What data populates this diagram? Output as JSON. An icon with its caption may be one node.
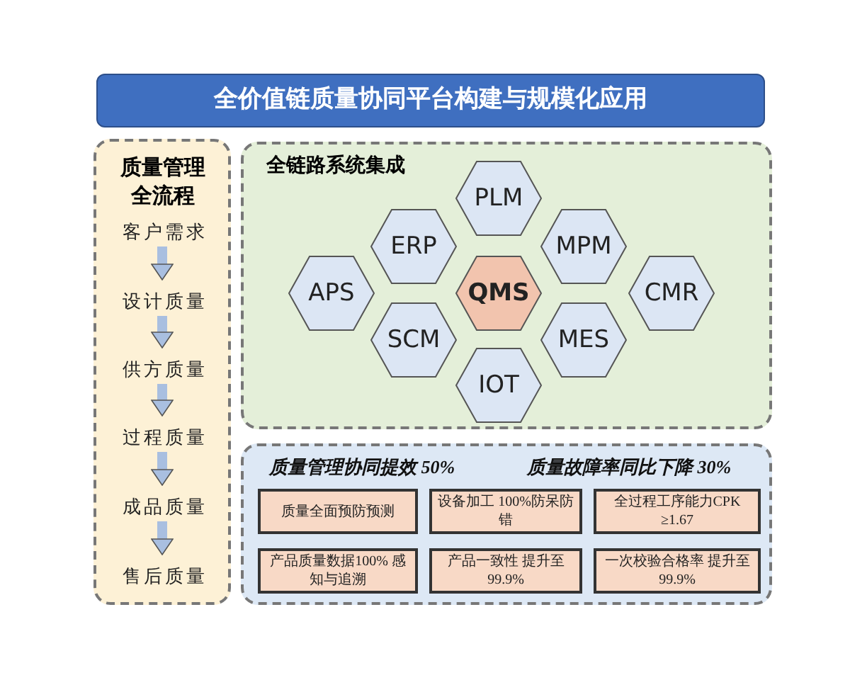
{
  "diagram": {
    "title": "全价值链质量协同平台构建与规模化应用",
    "nodes": [
      {
        "text": [
          "质量管理全流程"
        ]
      },
      {
        "text": [
          "客户需求"
        ],
        "in": 0
      },
      {
        "text": [
          "设计质量"
        ],
        "in": 0
      },
      {
        "text": [
          "供方质量"
        ],
        "in": 0
      },
      {
        "text": [
          "过程质量"
        ],
        "in": 0
      },
      {
        "text": [
          "成品质量"
        ],
        "in": 0
      },
      {
        "text": [
          "售后质量"
        ],
        "in": 0
      },
      {
        "text": [
          "全链路系统集成"
        ]
      },
      {
        "text": [
          "PLM"
        ],
        "in": 7
      },
      {
        "text": [
          "ERP"
        ],
        "in": 7
      },
      {
        "text": [
          "MPM"
        ],
        "in": 7
      },
      {
        "text": [
          "APS"
        ],
        "in": 7
      },
      {
        "text": [
          "QMS"
        ],
        "in": 7
      },
      {
        "text": [
          "CMR"
        ],
        "in": 7
      },
      {
        "text": [
          "SCM"
        ],
        "in": 7
      },
      {
        "text": [
          "MES"
        ],
        "in": 7
      },
      {
        "text": [
          "IOT"
        ],
        "in": 7
      },
      {
        "text": [
          "质量管理协同提效 50%",
          "质量故障率同比下降 30%"
        ]
      },
      {
        "text": [
          "质量全面预防预测"
        ],
        "in": 17
      },
      {
        "text": [
          "设备加工 100%防呆防错"
        ],
        "in": 17
      },
      {
        "text": [
          "全过程工序能力CPK ≥1.67"
        ],
        "in": 17
      },
      {
        "text": [
          "产品质量数据100% 感知与追溯"
        ],
        "in": 17
      },
      {
        "text": [
          "产品一致性 提升至99.9%"
        ],
        "in": 17
      },
      {
        "text": [
          "一次校验合格率 提升至99.9%"
        ],
        "in": 17
      }
    ],
    "edges": [
      {
        "from": 1,
        "to": 2,
        "arrow": "to"
      },
      {
        "from": 2,
        "to": 3,
        "arrow": "to"
      },
      {
        "from": 3,
        "to": 4,
        "arrow": "to"
      },
      {
        "from": 4,
        "to": 5,
        "arrow": "to"
      },
      {
        "from": 5,
        "to": 6,
        "arrow": "to"
      }
    ]
  }
}
